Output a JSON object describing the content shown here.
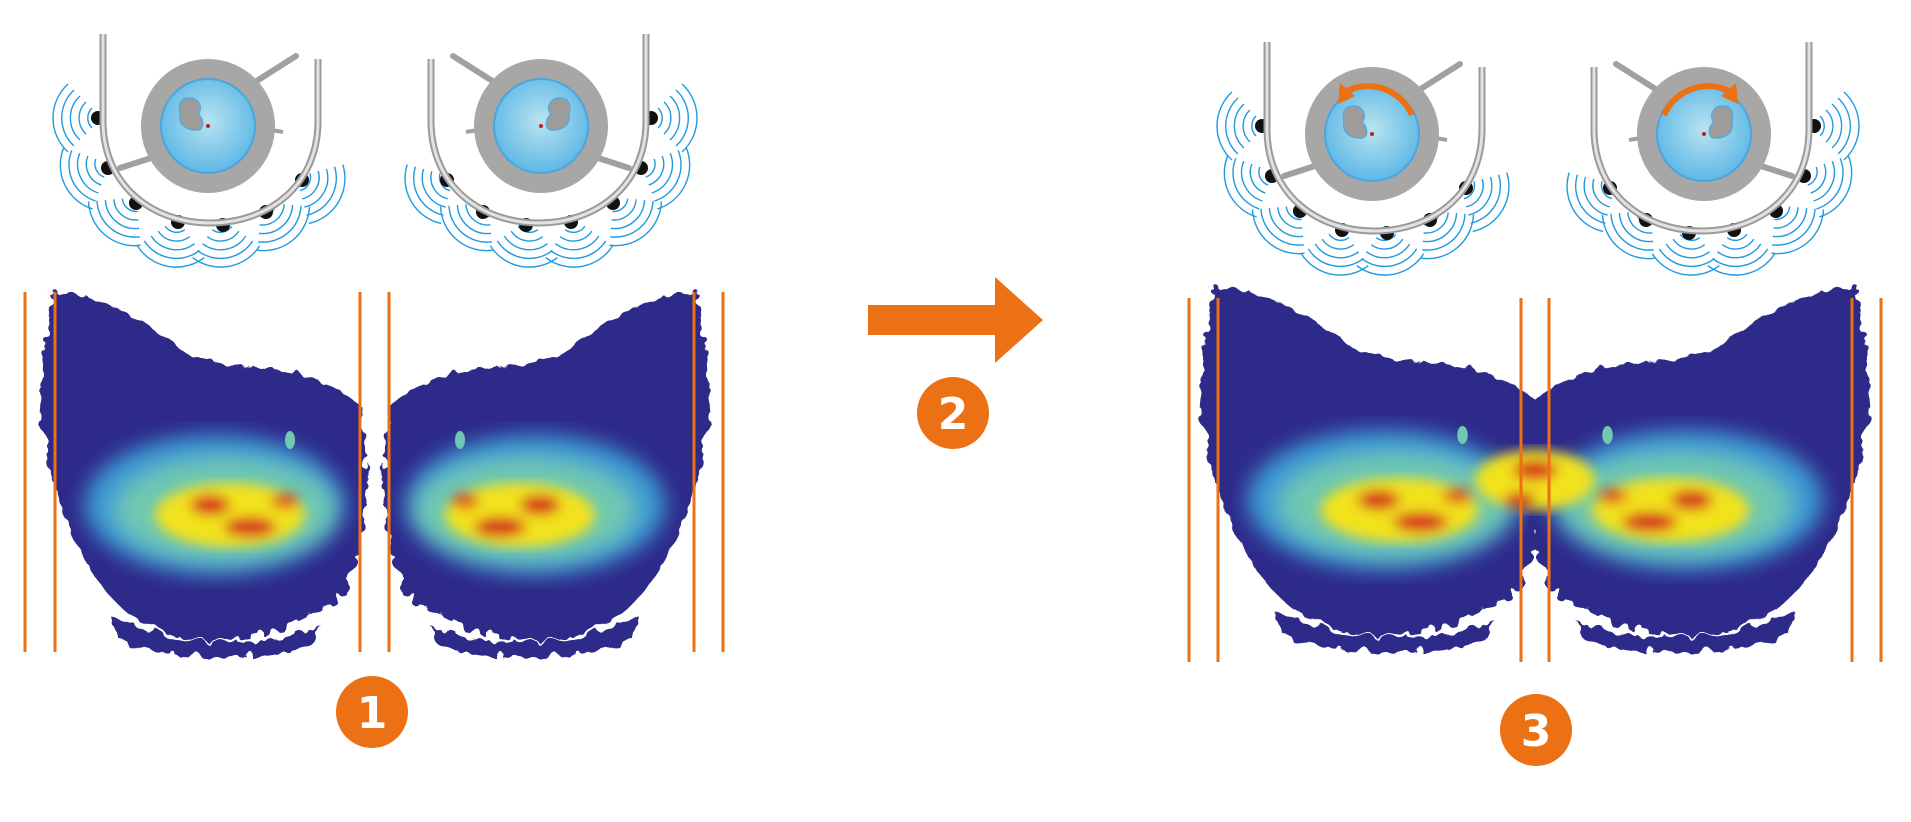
{
  "steps": [
    {
      "label": "1"
    },
    {
      "label": "2"
    },
    {
      "label": "3"
    }
  ],
  "colors": {
    "accent": "#ec7014",
    "wave": "#1f9ae0",
    "tank": "#a8a6a4",
    "fluid": "#8fd0ea",
    "heat_low": "#2d2a8a",
    "heat_mid": "#6fc8b0",
    "heat_high": "#f2e21c",
    "heat_peak": "#d7261c"
  },
  "icons": {
    "arrow": "arrow-right-icon",
    "rotation": "rotation-arrow-icon"
  }
}
